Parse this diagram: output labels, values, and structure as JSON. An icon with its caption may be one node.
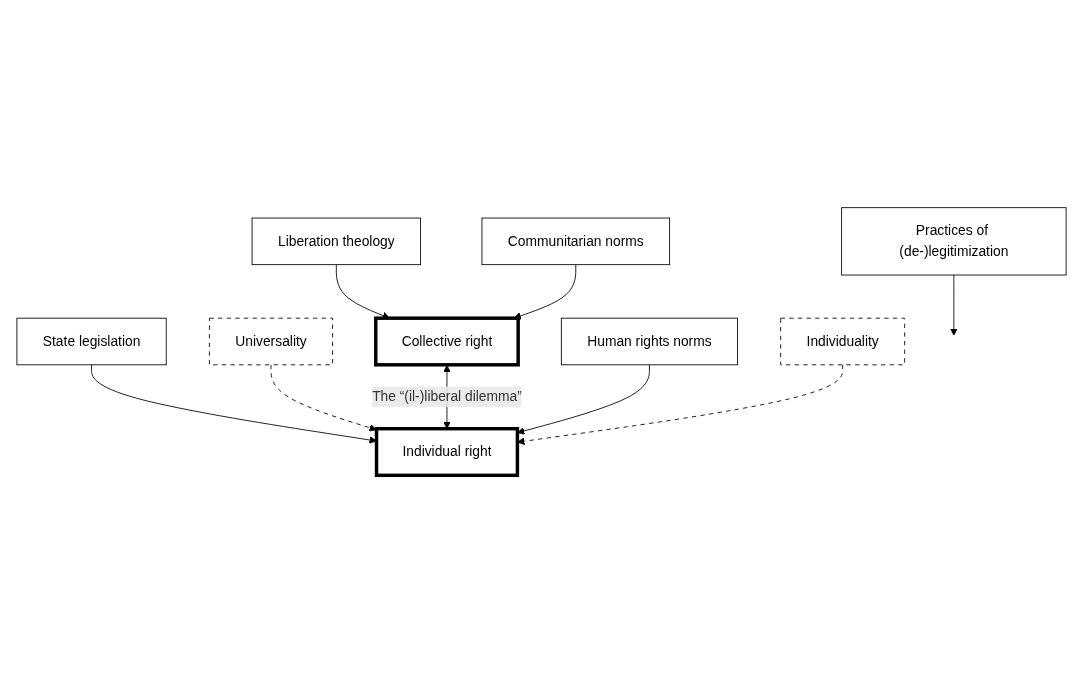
{
  "diagram": {
    "nodes": [
      {
        "text": [
          "Liberation theology"
        ]
      },
      {
        "text": [
          "State legislation"
        ]
      },
      {
        "text": [
          "Universality"
        ]
      },
      {
        "text": [
          "Collective right"
        ]
      },
      {
        "text": [
          "Individual right"
        ]
      },
      {
        "text": [
          "Individuality"
        ]
      },
      {
        "text": [
          "Practices of (de-)legitimization"
        ]
      },
      {
        "text": [
          "Communitarian norms"
        ]
      },
      {
        "text": [
          "Human rights norms"
        ]
      }
    ],
    "edges": [
      {
        "from": 0,
        "to": 3,
        "arrow": "to"
      },
      {
        "from": 1,
        "to": 4,
        "arrow": "to"
      },
      {
        "from": 2,
        "to": 4,
        "arrow": "to",
        "style": "dashed"
      },
      {
        "from": 3,
        "to": 4,
        "arrow": "both",
        "label": "The “(il-)liberal dilemma”"
      },
      {
        "from": 6,
        "to": null,
        "arrow": "to"
      },
      {
        "from": 7,
        "to": 3,
        "arrow": "to"
      },
      {
        "from": 8,
        "to": 4,
        "arrow": "to"
      },
      {
        "from": 5,
        "to": 4,
        "arrow": "to",
        "style": "dashed"
      }
    ]
  }
}
